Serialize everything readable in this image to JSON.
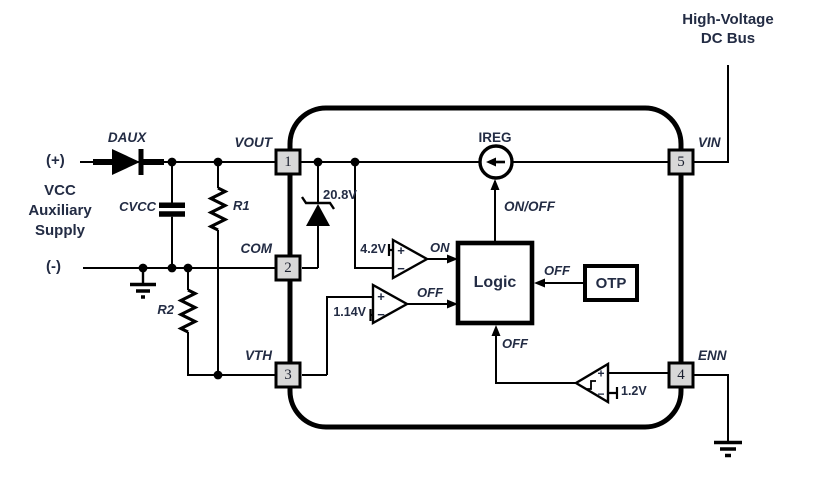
{
  "figure": {
    "type": "circuit-schematic",
    "description": "High-voltage startup regulator IC application diagram"
  },
  "supply": {
    "positive": "(+)",
    "negative": "(-)",
    "vcc_lines": [
      "VCC",
      "Auxiliary",
      "Supply"
    ]
  },
  "external": {
    "daux": "DAUX",
    "cvcc": "CVCC",
    "r1": "R1",
    "r2": "R2",
    "bus_line1": "High-Voltage",
    "bus_line2": "DC Bus"
  },
  "pins": {
    "vout": {
      "number": "1",
      "name": "VOUT"
    },
    "com": {
      "number": "2",
      "name": "COM"
    },
    "vth": {
      "number": "3",
      "name": "VTH"
    },
    "enn": {
      "number": "4",
      "name": "ENN"
    },
    "vin": {
      "number": "5",
      "name": "VIN"
    }
  },
  "internal": {
    "ireg": "IREG",
    "logic": "Logic",
    "otp": "OTP",
    "zener_value": "20.8V",
    "ref_on": "4.2V",
    "ref_off": "1.14V",
    "ref_enn": "1.2V",
    "sig_on": "ON",
    "sig_off": "OFF",
    "sig_onoff": "ON/OFF",
    "sig_off_otp": "OFF",
    "sig_off_enn": "OFF"
  },
  "sym": {
    "plus": "+",
    "minus": "−"
  },
  "colors": {
    "line": "#000000",
    "text": "#232c44",
    "pin_fill": "#d8d8d8",
    "background": "#ffffff"
  }
}
